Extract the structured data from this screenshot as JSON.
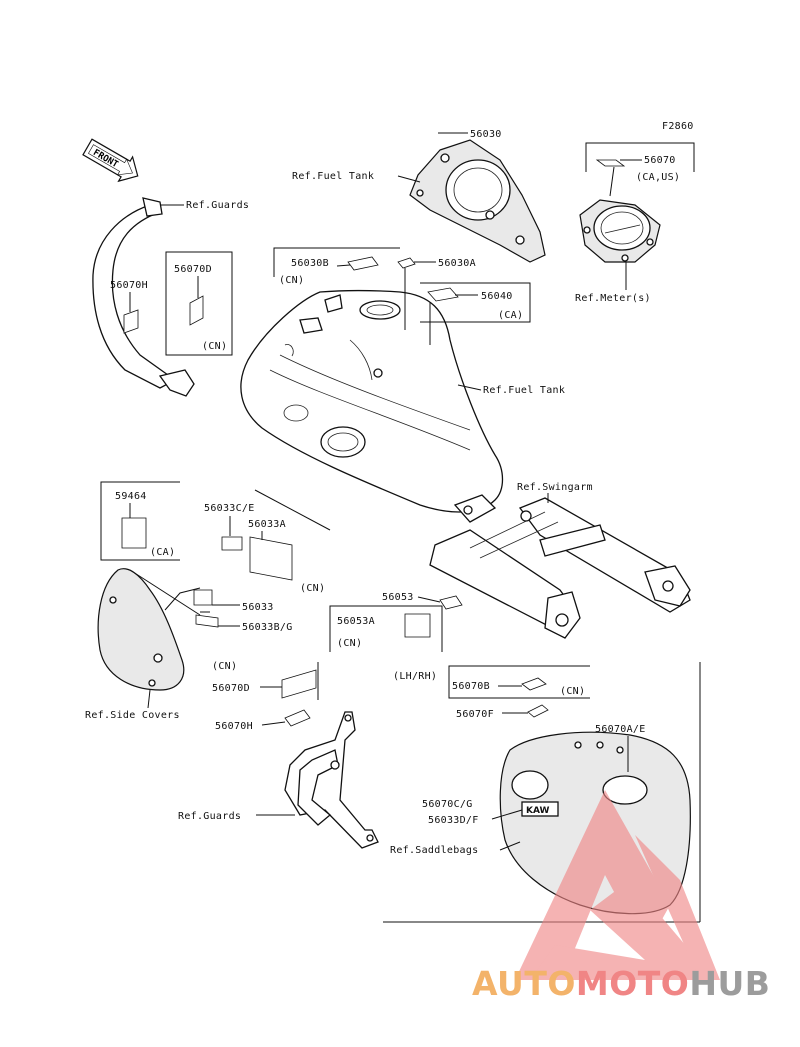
{
  "figure_code": "F2860",
  "front_arrow": "FRONT",
  "labels": {
    "p56030": "56030",
    "ref_fuel_tank_top": "Ref.Fuel Tank",
    "p56070": "56070",
    "ca_us": "(CA,US)",
    "ref_meter": "Ref.Meter(s)",
    "ref_guards_top": "Ref.Guards",
    "p56070H_top": "56070H",
    "p56070D_box": "56070D",
    "cn_box": "(CN)",
    "p56030B": "56030B",
    "cn_56030B": "(CN)",
    "p56030A": "56030A",
    "p56040": "56040",
    "ca_56040": "(CA)",
    "ref_fuel_tank_mid": "Ref.Fuel Tank",
    "ref_swingarm": "Ref.Swingarm",
    "p59464": "59464",
    "ca_59464": "(CA)",
    "p56033CE": "56033C/E",
    "p56033A": "56033A",
    "cn_56033A": "(CN)",
    "p56053": "56053",
    "p56053A": "56053A",
    "cn_56053A": "(CN)",
    "p56033": "56033",
    "p56033BG": "56033B/G",
    "cn_56070D": "(CN)",
    "p56070D_lower": "56070D",
    "lh_rh": "(LH/RH)",
    "p56070B": "56070B",
    "cn_56070B": "(CN)",
    "p56070F": "56070F",
    "p56070AE": "56070A/E",
    "ref_side_covers": "Ref.Side Covers",
    "p56070H_lower": "56070H",
    "p56070CG": "56070C/G",
    "p56033DF": "56033D/F",
    "ref_guards_lower": "Ref.Guards",
    "ref_saddlebags": "Ref.Saddlebags"
  },
  "watermark": {
    "word1": "AUTO",
    "word2": "MOTO",
    "word3": "HUB"
  }
}
